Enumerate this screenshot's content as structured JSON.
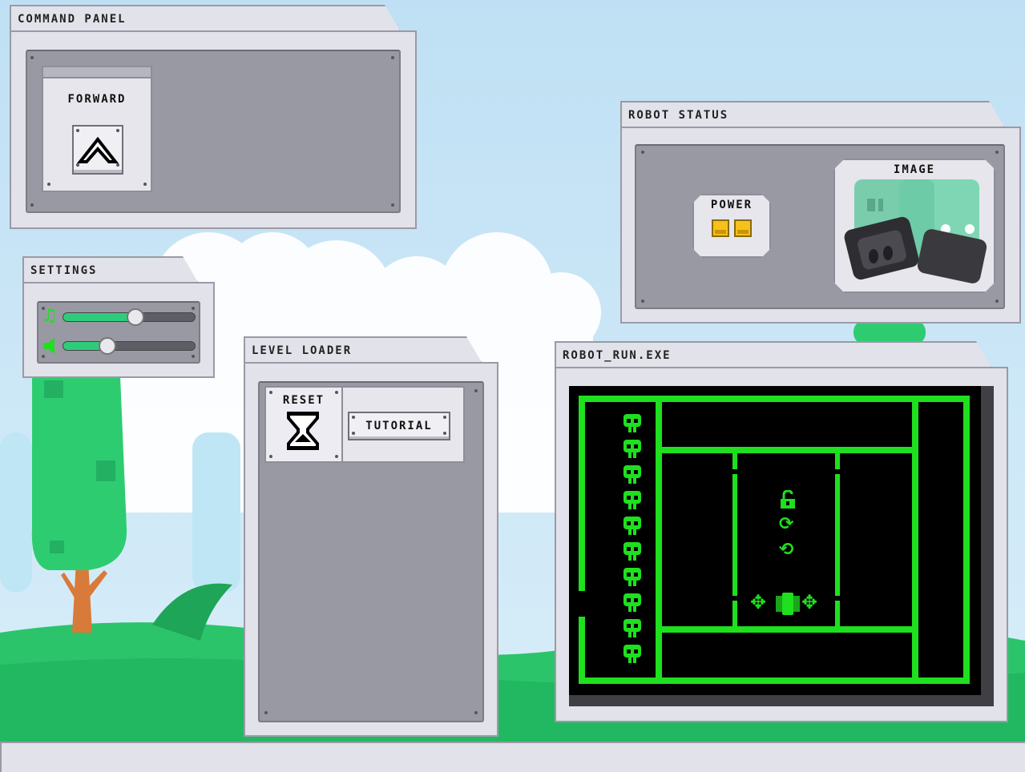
{
  "command_panel": {
    "title": "COMMAND PANEL",
    "card_label": "FORWARD",
    "icon": "forward-arrow-icon"
  },
  "settings": {
    "title": "SETTINGS",
    "music_icon": "music-note-icon",
    "sound_icon": "speaker-icon",
    "music_level": 0.55,
    "sound_level": 0.34
  },
  "level_loader": {
    "title": "LEVEL LOADER",
    "reset_label": "RESET",
    "reset_icon": "hourglass-icon",
    "tutorial_label": "TUTORIAL"
  },
  "robot_status": {
    "title": "ROBOT STATUS",
    "power_label": "POWER",
    "power_cells": 2,
    "image_label": "IMAGE"
  },
  "robot_run": {
    "title": "ROBOT_RUN.EXE",
    "screen_color": "#1ee01e",
    "lives_count": 10,
    "icons": [
      "skull-icon",
      "unlock-icon",
      "rotate-right-icon",
      "rotate-left-icon",
      "move-icon",
      "robot-icon"
    ]
  }
}
